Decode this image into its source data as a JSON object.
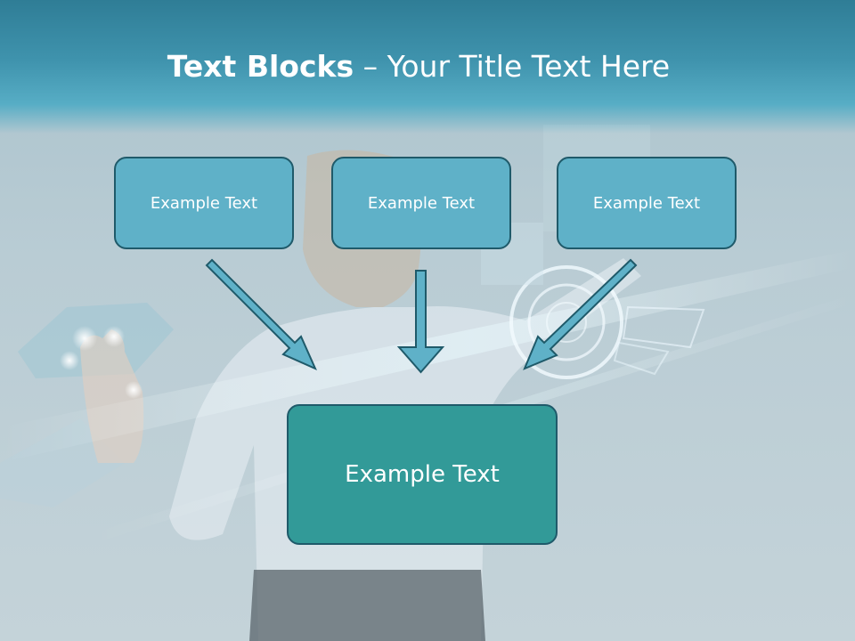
{
  "slide": {
    "title_bold": "Text Blocks",
    "title_rest": " – Your Title Text Here",
    "boxes_top": [
      {
        "label": "Example Text"
      },
      {
        "label": "Example Text"
      },
      {
        "label": "Example Text"
      }
    ],
    "box_bottom": {
      "label": "Example Text"
    }
  },
  "colors": {
    "title_band": "#3f93ad",
    "box_top_fill": "#5fb1c8",
    "box_bottom_fill": "#329a98",
    "box_border": "#1f5a6a",
    "arrow_fill": "#5fb1c8"
  }
}
